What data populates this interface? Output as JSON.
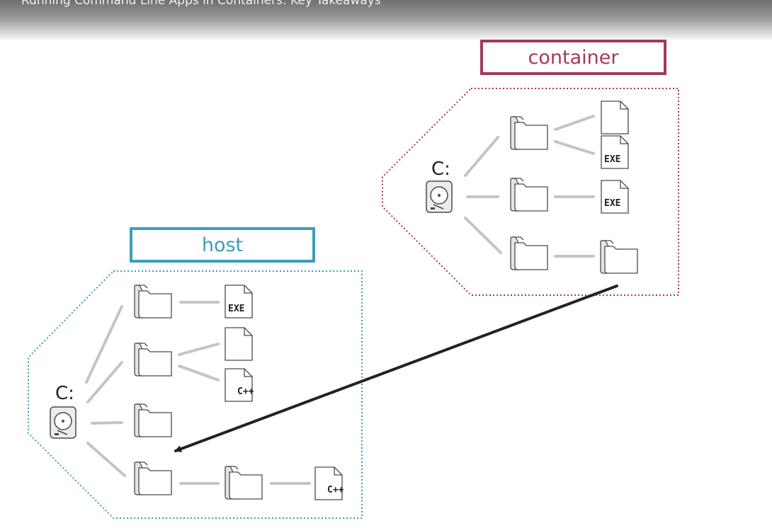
{
  "header": {
    "title": "Running Command Line Apps in Containers: Key Takeaways"
  },
  "labels": {
    "container": "container",
    "host": "host"
  },
  "container_tree": {
    "drive": "C:",
    "files": {
      "exe_1": "EXE",
      "exe_2": "EXE"
    }
  },
  "host_tree": {
    "drive": "C:",
    "files": {
      "exe_1": "EXE",
      "cpp_1": "C++",
      "cpp_2": "C++"
    }
  },
  "colors": {
    "container_accent": "#a3395f",
    "host_accent": "#3a9fb8",
    "connector": "#c4c4c4",
    "arrow": "#222222"
  },
  "icons": [
    "folder-icon",
    "file-icon",
    "hard-drive-icon",
    "arrow"
  ]
}
